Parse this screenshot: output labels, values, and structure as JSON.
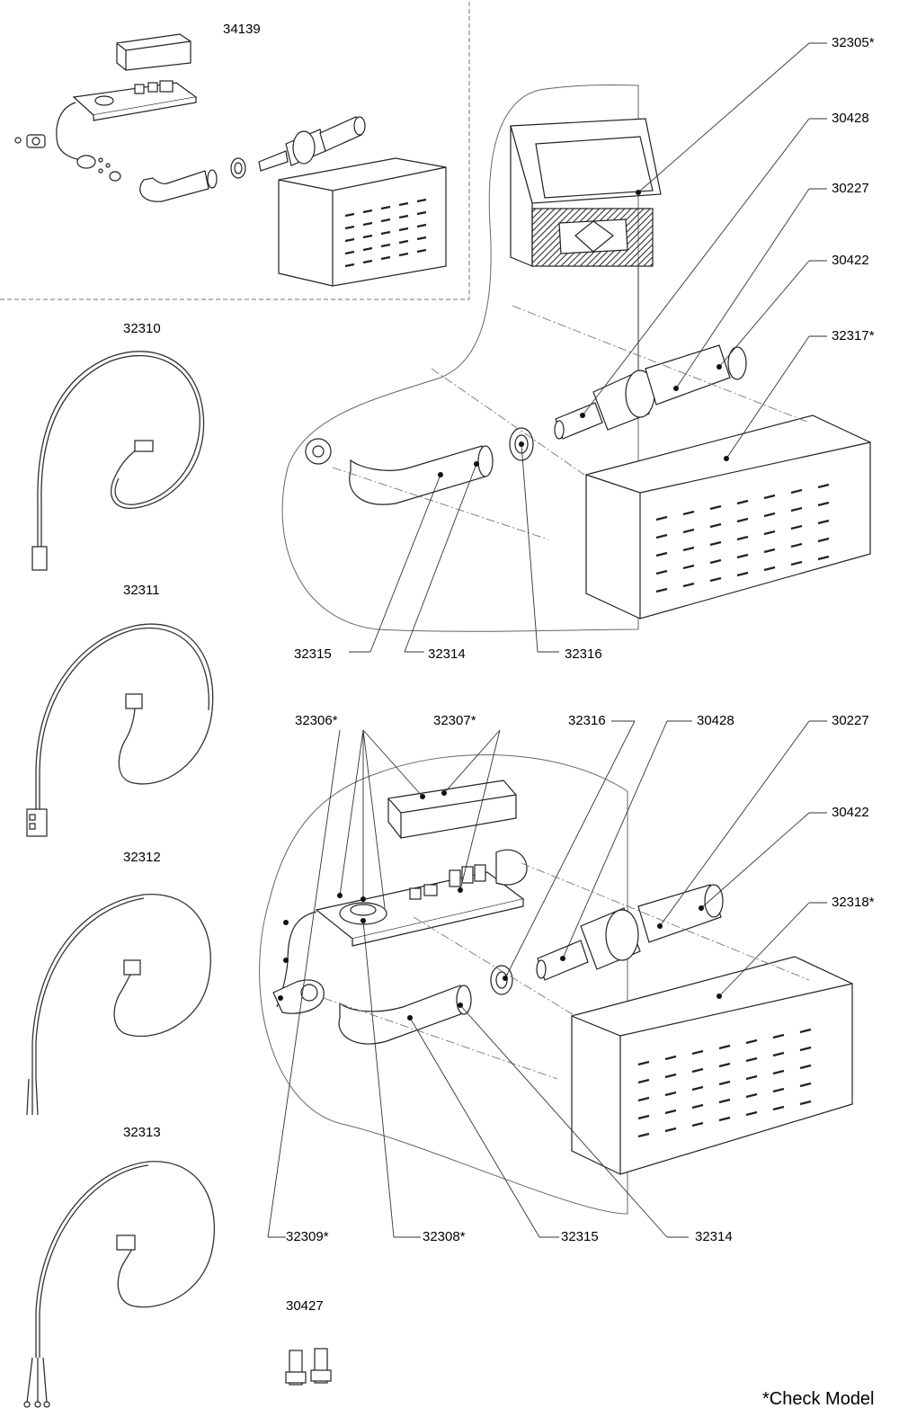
{
  "part_numbers": {
    "kit_top": "34139",
    "cable_1": "32310",
    "cable_2": "32311",
    "cable_3": "32312",
    "cable_4": "32313",
    "brushes": "30427",
    "a_cover": "32305*",
    "a_tube": "30428",
    "a_element": "30227",
    "a_blower": "30422",
    "a_housing": "32317*",
    "a_hose": "32315",
    "a_hose_end": "32314",
    "a_clamp": "32316",
    "b_board": "32306*",
    "b_cover": "32307*",
    "b_clamp": "32316",
    "b_tube": "30428",
    "b_element": "30227",
    "b_blower": "30422",
    "b_housing": "32318*",
    "b_wire": "32309*",
    "b_sensor": "32308*",
    "b_hose": "32315",
    "b_hose_end": "32314"
  },
  "footnote": "*Check Model"
}
